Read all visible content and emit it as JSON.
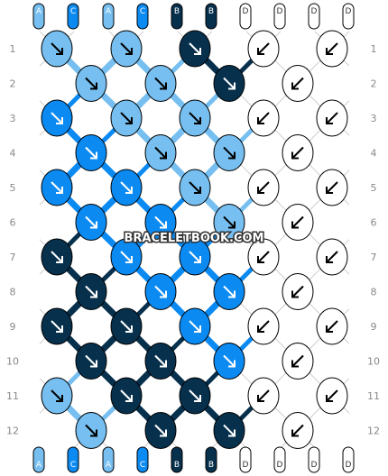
{
  "watermark": "BRACELETBOOK.COM",
  "colors": {
    "A": "#76bff0",
    "B": "#07304d",
    "C": "#0b8af2",
    "D": "#ffffff",
    "outline": "#000000",
    "row_label": "#888888",
    "strand_label": "#ffffff"
  },
  "strands_top": [
    "A",
    "C",
    "A",
    "C",
    "B",
    "B",
    "D",
    "D",
    "D",
    "D"
  ],
  "strands_bottom": [
    "A",
    "C",
    "A",
    "C",
    "B",
    "B",
    "D",
    "D",
    "D",
    "D"
  ],
  "rows": [
    {
      "label": "1",
      "knots": [
        {
          "color": "A",
          "dir": "se"
        },
        {
          "color": "A",
          "dir": "se"
        },
        {
          "color": "B",
          "dir": "se"
        },
        {
          "color": "D",
          "dir": "sw"
        },
        {
          "color": "D",
          "dir": "sw"
        }
      ]
    },
    {
      "label": "2",
      "knots": [
        {
          "color": "A",
          "dir": "se"
        },
        {
          "color": "A",
          "dir": "se"
        },
        {
          "color": "B",
          "dir": "se"
        },
        {
          "color": "D",
          "dir": "sw"
        }
      ]
    },
    {
      "label": "3",
      "knots": [
        {
          "color": "C",
          "dir": "se"
        },
        {
          "color": "A",
          "dir": "se"
        },
        {
          "color": "A",
          "dir": "se"
        },
        {
          "color": "D",
          "dir": "sw"
        },
        {
          "color": "D",
          "dir": "sw"
        }
      ]
    },
    {
      "label": "4",
      "knots": [
        {
          "color": "C",
          "dir": "se"
        },
        {
          "color": "A",
          "dir": "se"
        },
        {
          "color": "A",
          "dir": "se"
        },
        {
          "color": "D",
          "dir": "sw"
        }
      ]
    },
    {
      "label": "5",
      "knots": [
        {
          "color": "C",
          "dir": "se"
        },
        {
          "color": "C",
          "dir": "se"
        },
        {
          "color": "A",
          "dir": "se"
        },
        {
          "color": "D",
          "dir": "sw"
        },
        {
          "color": "D",
          "dir": "sw"
        }
      ]
    },
    {
      "label": "6",
      "knots": [
        {
          "color": "C",
          "dir": "se"
        },
        {
          "color": "C",
          "dir": "se"
        },
        {
          "color": "A",
          "dir": "se"
        },
        {
          "color": "D",
          "dir": "sw"
        }
      ]
    },
    {
      "label": "7",
      "knots": [
        {
          "color": "B",
          "dir": "se"
        },
        {
          "color": "C",
          "dir": "se"
        },
        {
          "color": "C",
          "dir": "se"
        },
        {
          "color": "D",
          "dir": "sw"
        },
        {
          "color": "D",
          "dir": "sw"
        }
      ]
    },
    {
      "label": "8",
      "knots": [
        {
          "color": "B",
          "dir": "se"
        },
        {
          "color": "C",
          "dir": "se"
        },
        {
          "color": "C",
          "dir": "se"
        },
        {
          "color": "D",
          "dir": "sw"
        }
      ]
    },
    {
      "label": "9",
      "knots": [
        {
          "color": "B",
          "dir": "se"
        },
        {
          "color": "B",
          "dir": "se"
        },
        {
          "color": "C",
          "dir": "se"
        },
        {
          "color": "D",
          "dir": "sw"
        },
        {
          "color": "D",
          "dir": "sw"
        }
      ]
    },
    {
      "label": "10",
      "knots": [
        {
          "color": "B",
          "dir": "se"
        },
        {
          "color": "B",
          "dir": "se"
        },
        {
          "color": "C",
          "dir": "se"
        },
        {
          "color": "D",
          "dir": "sw"
        }
      ]
    },
    {
      "label": "11",
      "knots": [
        {
          "color": "A",
          "dir": "se"
        },
        {
          "color": "B",
          "dir": "se"
        },
        {
          "color": "B",
          "dir": "se"
        },
        {
          "color": "D",
          "dir": "sw"
        },
        {
          "color": "D",
          "dir": "sw"
        }
      ]
    },
    {
      "label": "12",
      "knots": [
        {
          "color": "A",
          "dir": "se"
        },
        {
          "color": "B",
          "dir": "se"
        },
        {
          "color": "B",
          "dir": "se"
        },
        {
          "color": "D",
          "dir": "sw"
        }
      ]
    }
  ]
}
